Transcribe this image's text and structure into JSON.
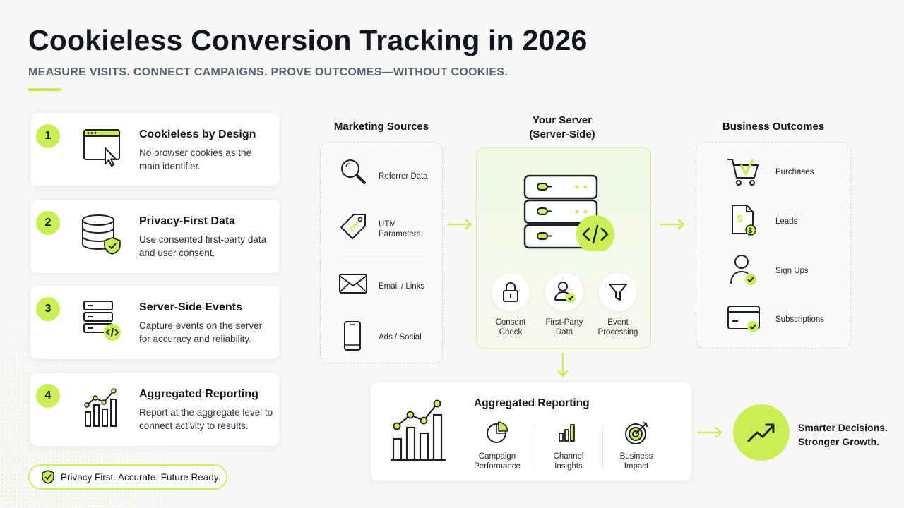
{
  "header": {
    "title": "Cookieless Conversion Tracking in 2026",
    "subtitle": "MEASURE VISITS. CONNECT CAMPAIGNS. PROVE OUTCOMES—WITHOUT COOKIES."
  },
  "steps": [
    {
      "num": "1",
      "title": "Cookieless by Design",
      "desc": "No browser cookies as the main identifier.",
      "icon": "browser-cursor-icon"
    },
    {
      "num": "2",
      "title": "Privacy-First Data",
      "desc": "Use consented first-party data and user consent.",
      "icon": "database-shield-icon"
    },
    {
      "num": "3",
      "title": "Server-Side Events",
      "desc": "Capture events on the server for accuracy and reliability.",
      "icon": "server-code-icon"
    },
    {
      "num": "4",
      "title": "Aggregated Reporting",
      "desc": "Report at the aggregate level to connect activity to results.",
      "icon": "bar-chart-icon"
    }
  ],
  "badge": {
    "label": "Privacy First. Accurate. Future Ready."
  },
  "sources": {
    "heading": "Marketing Sources",
    "items": [
      {
        "label": "Referrer Data",
        "icon": "magnifier-icon"
      },
      {
        "label": "UTM Parameters",
        "icon": "utm-tag-icon",
        "tag_text": "UTM"
      },
      {
        "label": "Email / Links",
        "icon": "envelope-icon"
      },
      {
        "label": "Ads / Social",
        "icon": "smartphone-icon"
      }
    ]
  },
  "server": {
    "heading_line1": "Your Server",
    "heading_line2": "(Server-Side)",
    "items": [
      {
        "label_line1": "Consent",
        "label_line2": "Check",
        "icon": "lock-icon"
      },
      {
        "label_line1": "First-Party",
        "label_line2": "Data",
        "icon": "user-check-icon"
      },
      {
        "label_line1": "Event",
        "label_line2": "Processing",
        "icon": "funnel-icon"
      }
    ]
  },
  "outcomes": {
    "heading": "Business Outcomes",
    "items": [
      {
        "label": "Purchases",
        "icon": "cart-icon"
      },
      {
        "label": "Leads",
        "icon": "document-dollar-icon"
      },
      {
        "label": "Sign Ups",
        "icon": "user-check-icon"
      },
      {
        "label": "Subscriptions",
        "icon": "card-check-icon"
      }
    ]
  },
  "reporting": {
    "title": "Aggregated Reporting",
    "items": [
      {
        "label_line1": "Campaign",
        "label_line2": "Performance",
        "icon": "pie-chart-icon"
      },
      {
        "label_line1": "Channel",
        "label_line2": "Insights",
        "icon": "bars-icon"
      },
      {
        "label_line1": "Business",
        "label_line2": "Impact",
        "icon": "target-icon"
      }
    ]
  },
  "result": {
    "line1": "Smarter Decisions.",
    "line2": "Stronger Growth."
  },
  "colors": {
    "accent": "#c9ef55",
    "text": "#12161c",
    "muted": "#5a6170"
  }
}
